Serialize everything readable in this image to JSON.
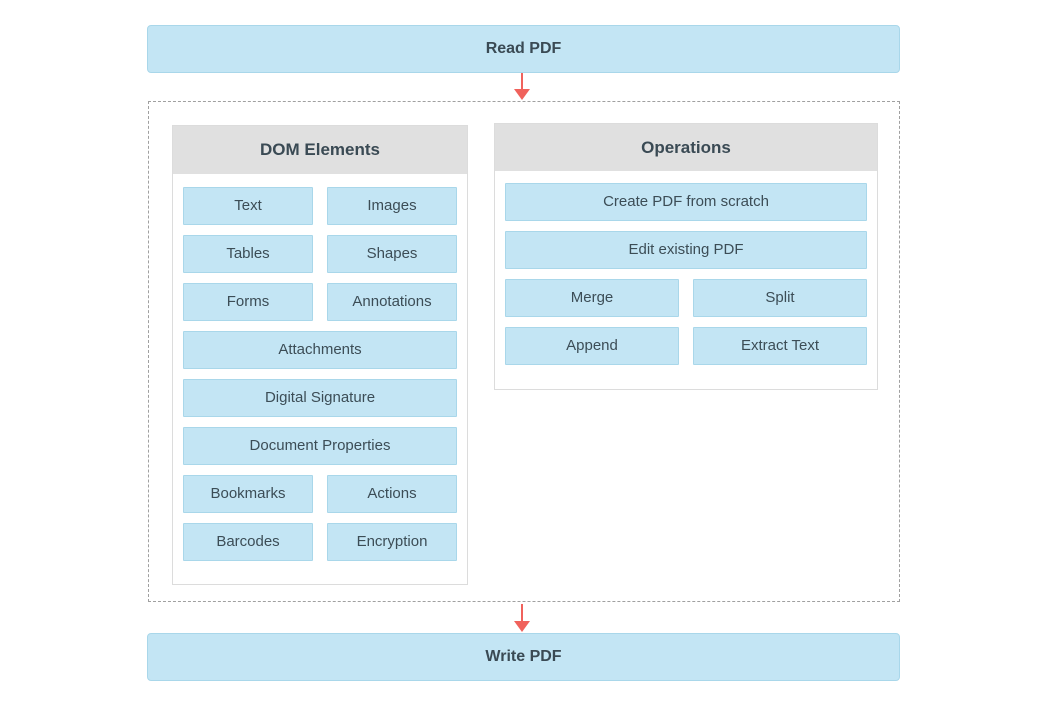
{
  "diagram": {
    "top_banner": {
      "label": "Read PDF"
    },
    "bottom_banner": {
      "label": "Write PDF"
    },
    "arrows": {
      "top": "down-arrow-icon",
      "bottom": "down-arrow-icon",
      "color": "#f0625c"
    },
    "colors": {
      "chip_fill": "#c3e5f4",
      "chip_border": "#a9d7ea",
      "header_fill": "#e0e0e0",
      "text": "#3c4d56",
      "dashed_border": "#a0a0a0",
      "panel_border": "#dcdcdc"
    },
    "panels": [
      {
        "id": "dom-elements",
        "title": "DOM Elements",
        "rows": [
          [
            "Text",
            "Images"
          ],
          [
            "Tables",
            "Shapes"
          ],
          [
            "Forms",
            "Annotations"
          ],
          [
            "Attachments"
          ],
          [
            "Digital Signature"
          ],
          [
            "Document Properties"
          ],
          [
            "Bookmarks",
            "Actions"
          ],
          [
            "Barcodes",
            "Encryption"
          ]
        ]
      },
      {
        "id": "operations",
        "title": "Operations",
        "rows": [
          [
            "Create PDF from scratch"
          ],
          [
            "Edit existing PDF"
          ],
          [
            "Merge",
            "Split"
          ],
          [
            "Append",
            "Extract Text"
          ]
        ]
      }
    ]
  }
}
